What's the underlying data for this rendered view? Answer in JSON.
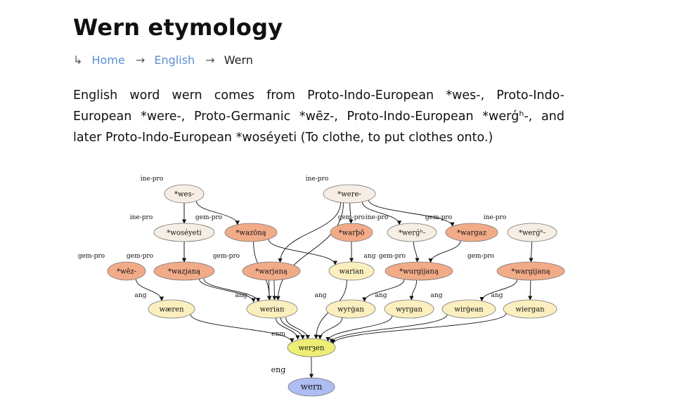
{
  "page": {
    "title": "Wern etymology",
    "breadcrumb": {
      "lead_arrow": "↳",
      "items": [
        {
          "label": "Home",
          "link": true
        },
        {
          "label": "English",
          "link": true
        },
        {
          "label": "Wern",
          "link": false
        }
      ],
      "separator": "→"
    },
    "intro": "English word wern comes from Proto-Indo-European *wes-, Proto-Indo-European *were-, Proto-Germanic *wēz-, Proto-Indo-European *werǵʰ-, and later Proto-Indo-European *woséyeti (To clothe, to put clothes onto.)"
  },
  "colors": {
    "ine": "#f6ede4",
    "gem": "#f2ab88",
    "ang": "#fbefbf",
    "enm": "#eeee77",
    "eng": "#aebdf2",
    "link": "#5b8fd6"
  },
  "graph": {
    "nodes": [
      {
        "id": "wes",
        "label": "*wes-",
        "lang": "ine",
        "tag": "ine-pro"
      },
      {
        "id": "were",
        "label": "*were-",
        "lang": "ine",
        "tag": "ine-pro"
      },
      {
        "id": "woseyeti",
        "label": "*woséyeti",
        "lang": "ine",
        "tag": "ine-pro"
      },
      {
        "id": "wazona",
        "label": "*wazōną",
        "lang": "gem",
        "tag": "gem-pro"
      },
      {
        "id": "warbo",
        "label": "*warþō",
        "lang": "gem",
        "tag": "gem-pro"
      },
      {
        "id": "wergh1",
        "label": "*werǵʰ-",
        "lang": "ine",
        "tag": "ine-pro"
      },
      {
        "id": "wargaz",
        "label": "*wargaz",
        "lang": "gem",
        "tag": "gem-pro"
      },
      {
        "id": "wergh2",
        "label": "*werǵʰ-",
        "lang": "ine",
        "tag": "ine-pro"
      },
      {
        "id": "wez",
        "label": "*wēz-",
        "lang": "gem",
        "tag": "gem-pro"
      },
      {
        "id": "wazjana",
        "label": "*wazjaną",
        "lang": "gem",
        "tag": "gem-pro"
      },
      {
        "id": "warjana",
        "label": "*warjaną",
        "lang": "gem",
        "tag": "gem-pro"
      },
      {
        "id": "warian",
        "label": "warian",
        "lang": "ang",
        "tag": "ang"
      },
      {
        "id": "wurgijana",
        "label": "*wurgijaną",
        "lang": "gem",
        "tag": "gem-pro"
      },
      {
        "id": "wargijana",
        "label": "*wargijaną",
        "lang": "gem",
        "tag": "gem-pro"
      },
      {
        "id": "waeren",
        "label": "wæren",
        "lang": "ang",
        "tag": "ang"
      },
      {
        "id": "werian",
        "label": "werian",
        "lang": "ang",
        "tag": "ang"
      },
      {
        "id": "wyrgan1",
        "label": "wyrġan",
        "lang": "ang",
        "tag": "ang"
      },
      {
        "id": "wyrgan2",
        "label": "wyrgan",
        "lang": "ang",
        "tag": "ang"
      },
      {
        "id": "wirgean",
        "label": "wirġean",
        "lang": "ang",
        "tag": "ang"
      },
      {
        "id": "wiergan",
        "label": "wiergan",
        "lang": "ang",
        "tag": "ang"
      },
      {
        "id": "werzen",
        "label": "werȝen",
        "lang": "enm",
        "tag": "enm"
      },
      {
        "id": "wern",
        "label": "wern",
        "lang": "eng",
        "tag": "eng"
      }
    ],
    "edges": [
      [
        "wes",
        "woseyeti"
      ],
      [
        "wes",
        "wazona"
      ],
      [
        "wes",
        "wazjana"
      ],
      [
        "were",
        "warjana"
      ],
      [
        "were",
        "warbo"
      ],
      [
        "were",
        "wergh1"
      ],
      [
        "were",
        "wargaz"
      ],
      [
        "were",
        "werian"
      ],
      [
        "woseyeti",
        "wazjana"
      ],
      [
        "wazona",
        "warian"
      ],
      [
        "wazona",
        "werian"
      ],
      [
        "warbo",
        "warian"
      ],
      [
        "wergh1",
        "wurgijana"
      ],
      [
        "wargaz",
        "wurgijana"
      ],
      [
        "wergh2",
        "wargijana"
      ],
      [
        "wez",
        "waeren"
      ],
      [
        "wazjana",
        "werian"
      ],
      [
        "wazjana",
        "werian"
      ],
      [
        "warjana",
        "werian"
      ],
      [
        "warjana",
        "werian"
      ],
      [
        "warian",
        "werzen"
      ],
      [
        "wurgijana",
        "wyrgan1"
      ],
      [
        "wurgijana",
        "wyrgan2"
      ],
      [
        "wargijana",
        "wirgean"
      ],
      [
        "wargijana",
        "wiergan"
      ],
      [
        "waeren",
        "werzen"
      ],
      [
        "werian",
        "werzen"
      ],
      [
        "werian",
        "werzen"
      ],
      [
        "werian",
        "werzen"
      ],
      [
        "wyrgan1",
        "werzen"
      ],
      [
        "wyrgan2",
        "werzen"
      ],
      [
        "wirgean",
        "werzen"
      ],
      [
        "wiergan",
        "werzen"
      ],
      [
        "werzen",
        "wern"
      ]
    ]
  }
}
